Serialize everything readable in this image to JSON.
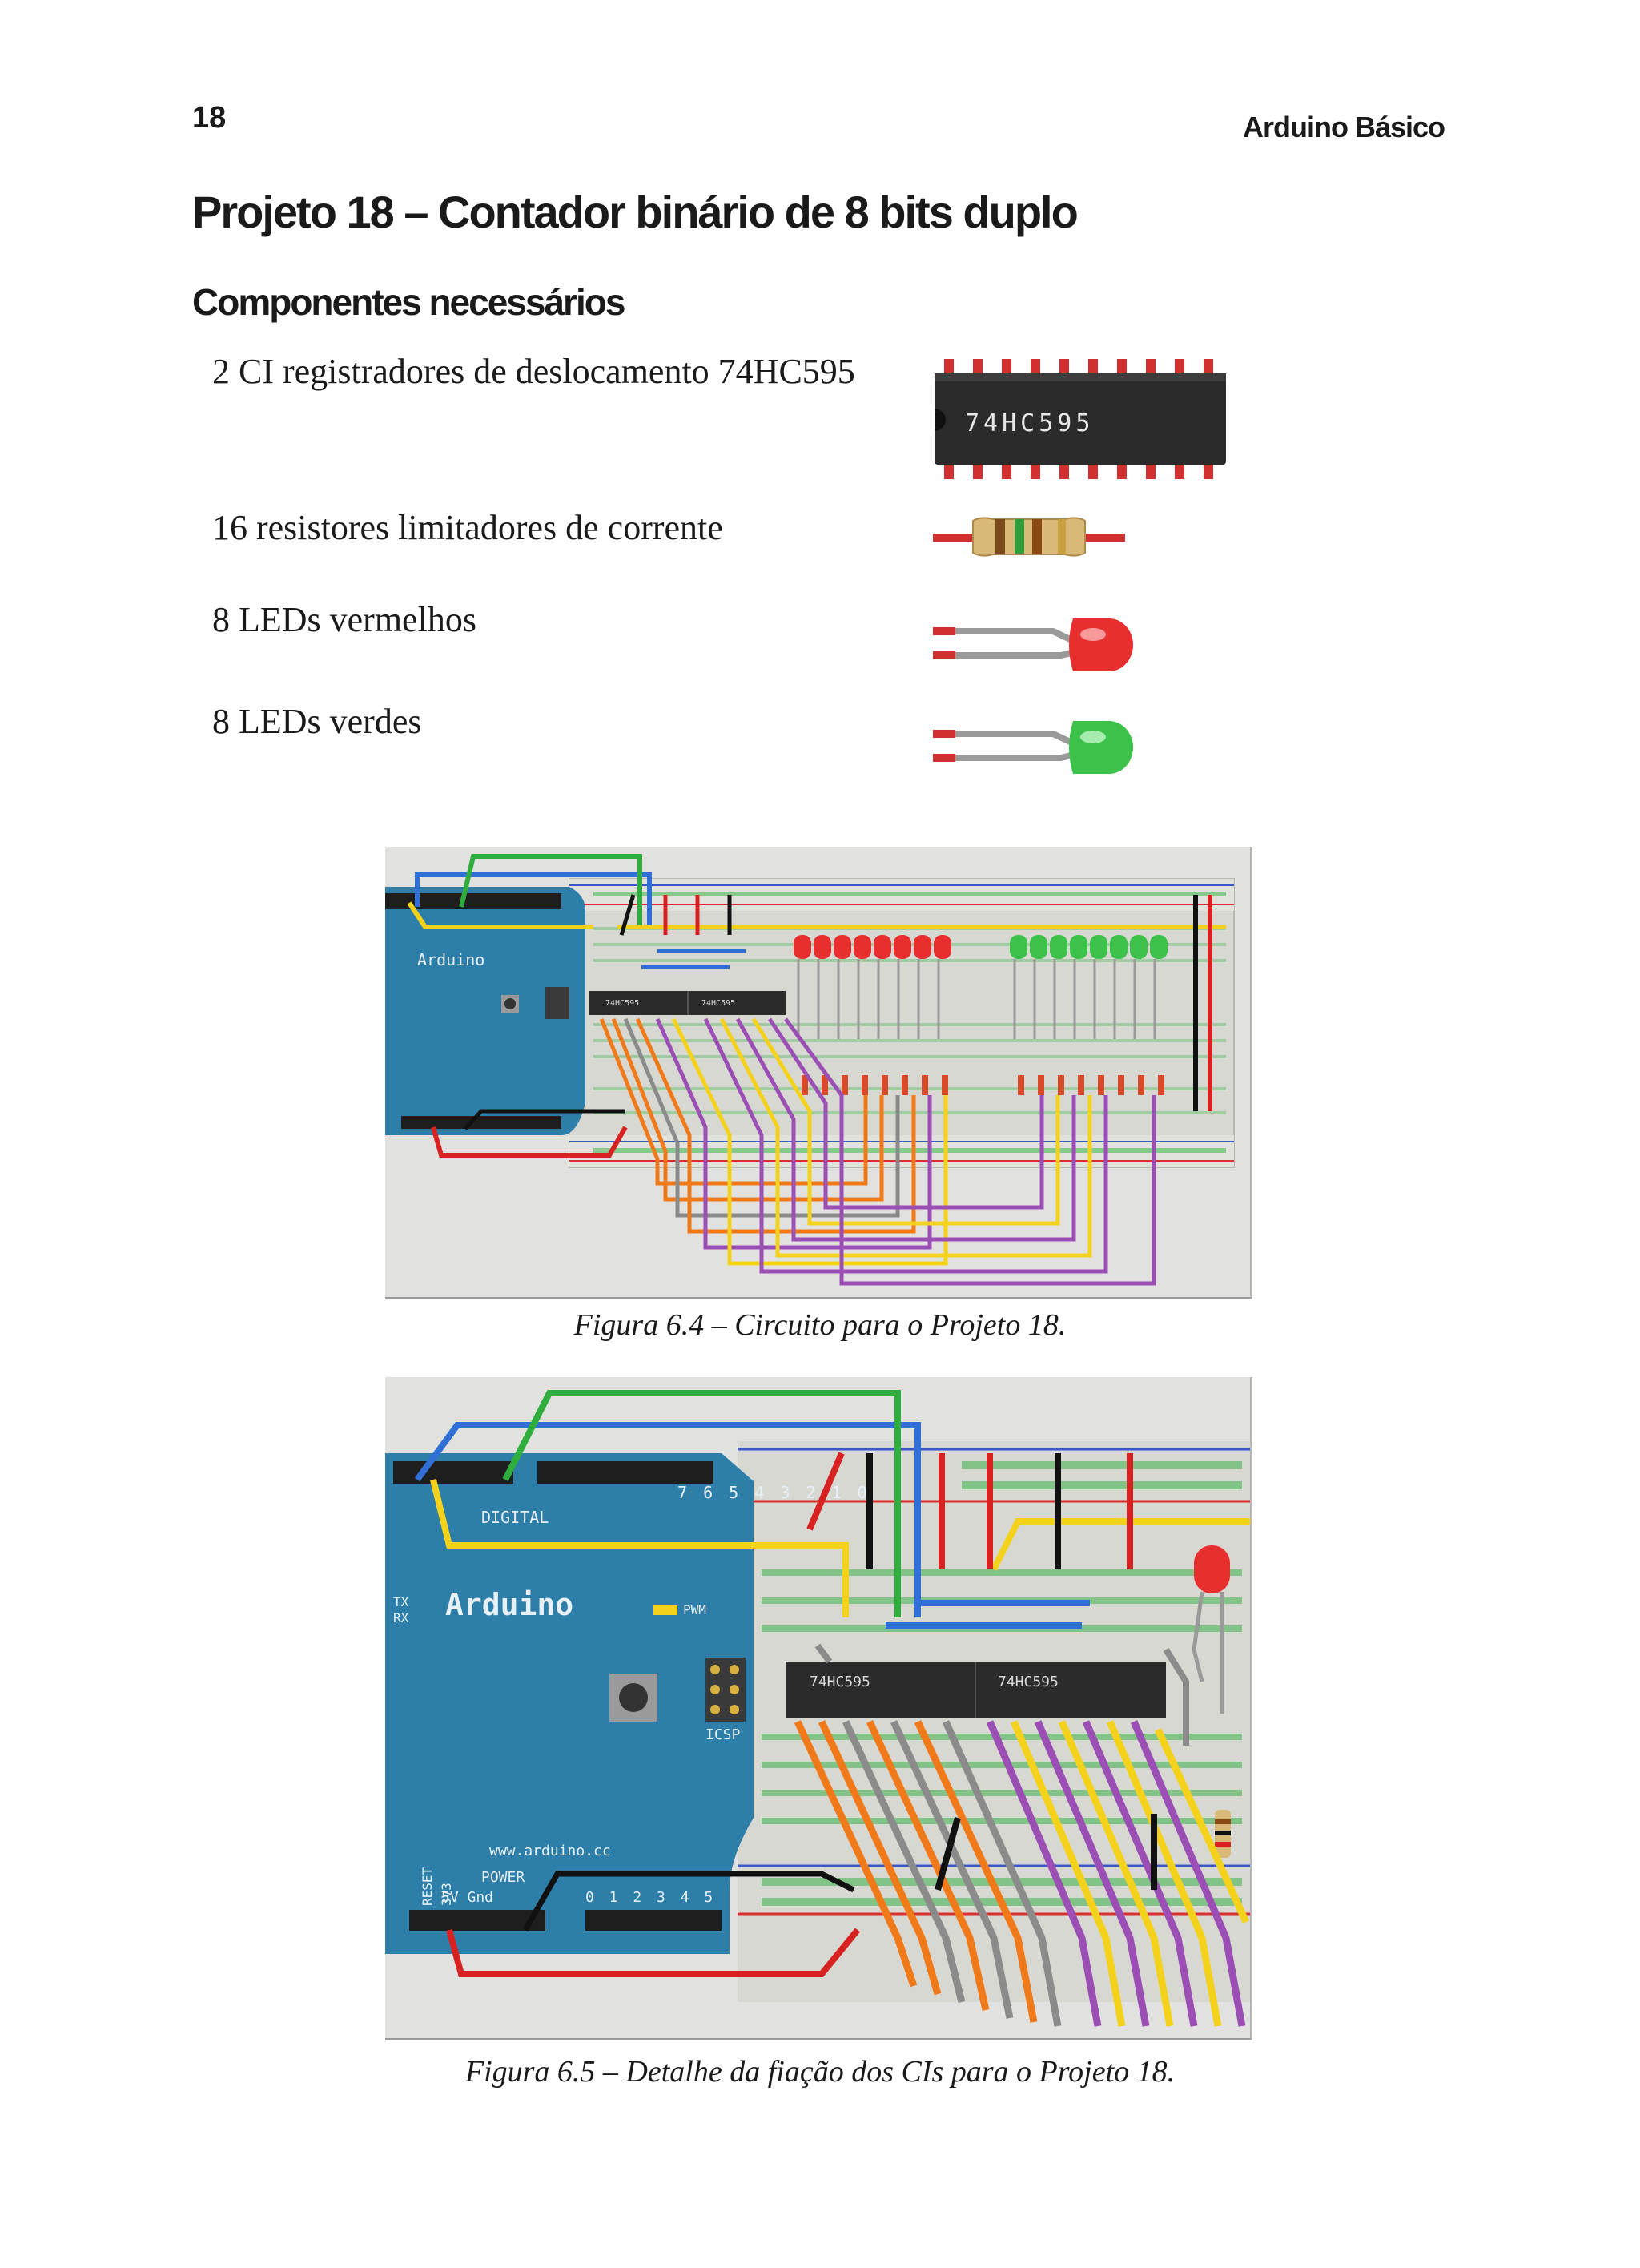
{
  "header": {
    "page_number": "18",
    "book_title": "Arduino Básico"
  },
  "chapter_title": "Projeto 18 – Contador binário de 8 bits duplo",
  "section_title": "Componentes necessários",
  "components": [
    {
      "label": "2 CI registradores de deslocamento 74HC595",
      "icon": "ic-chip-icon"
    },
    {
      "label": "16 resistores limitadores de corrente",
      "icon": "resistor-icon"
    },
    {
      "label": "8 LEDs vermelhos",
      "icon": "red-led-icon"
    },
    {
      "label": "8 LEDs verdes",
      "icon": "green-led-icon"
    }
  ],
  "chip_marking": "74HC595",
  "figure1": {
    "caption": "Figura 6.4 – Circuito para o Projeto 18.",
    "board_label": "Arduino",
    "chip_left": "74HC595",
    "chip_right": "74HC595"
  },
  "figure2": {
    "caption": "Figura 6.5 – Detalhe da fiação dos CIs para o Projeto 18.",
    "board_label": "Arduino",
    "digital_label": "DIGITAL",
    "pin_numbers_top": "7 6 5 4 3 2 1 0",
    "pwm_label": "PWM",
    "icsp_label": "ICSP",
    "website": "www.arduino.cc",
    "power_label": "POWER",
    "power_pins": "5V Gnd",
    "analog_pins": "0 1 2 3 4 5",
    "reset_label": "RESET",
    "v3_label": "3V3",
    "tx_label": "TX",
    "rx_label": "RX",
    "chip_left": "74HC595",
    "chip_right": "74HC595"
  },
  "colors": {
    "arduino_blue": "#2d7ea8",
    "breadboard": "#dcdcd6",
    "wire_orange": "#f07a1a",
    "wire_purple": "#9b4fb5",
    "wire_yellow": "#f4d21c",
    "wire_gray": "#8b8b8b",
    "wire_green": "#2fae3d",
    "wire_blue": "#2f6fd6",
    "wire_red": "#d82222",
    "led_red": "#e82f2f",
    "led_green": "#3cc24a"
  }
}
